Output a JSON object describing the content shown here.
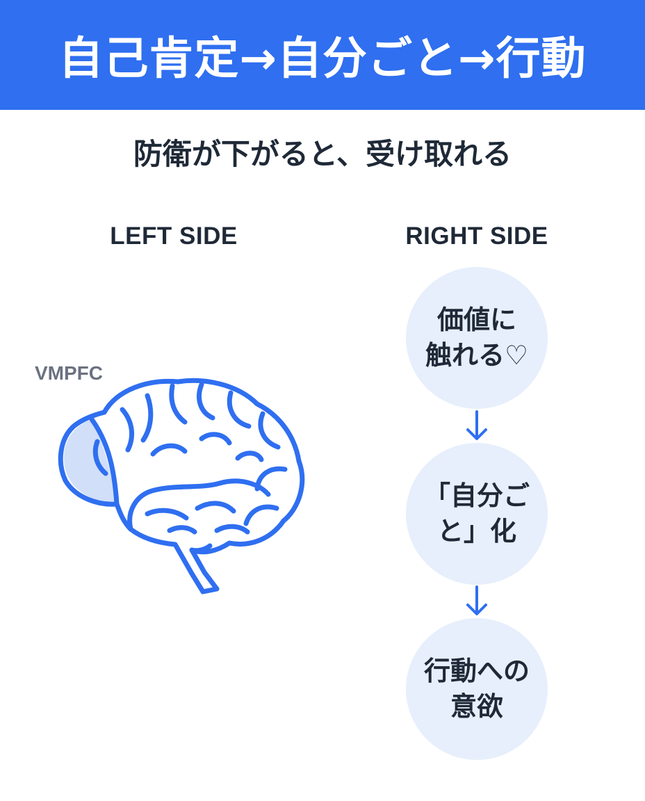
{
  "header": {
    "title": "自己肯定→自分ごと→行動"
  },
  "subtitle": "防衛が下がると、受け取れる",
  "left_side": {
    "label": "LEFT SIDE",
    "region_label": "VMPFC",
    "icon": "brain-icon"
  },
  "right_side": {
    "label": "RIGHT SIDE",
    "steps": [
      {
        "line1": "価値に",
        "line2": "触れる♡"
      },
      {
        "line1": "「自分ご",
        "line2": "と」化"
      },
      {
        "line1": "行動への",
        "line2": "意欲"
      }
    ],
    "connector_icon": "arrow-down-icon"
  },
  "colors": {
    "accent": "#2f6ff0",
    "circle_fill": "#e7effc",
    "text": "#1f2937",
    "muted": "#6b7280",
    "highlight": "#c9d9f7"
  }
}
